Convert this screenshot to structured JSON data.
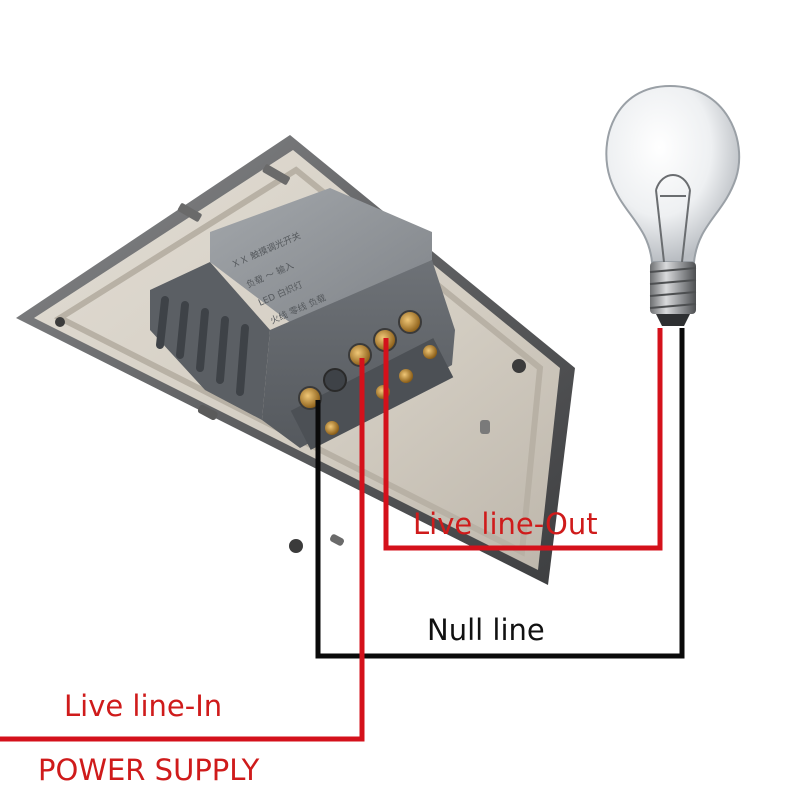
{
  "labels": {
    "live_out": "Live line-Out",
    "null_line": "Null line",
    "live_in": "Live line-In",
    "power_supply": "POWER SUPPLY"
  },
  "colors": {
    "live_wire": "#d4111b",
    "null_wire": "#0a0a0a",
    "label_red": "#cf1b1b",
    "label_black": "#111111",
    "plate": "#d6d0c6",
    "frame": "#6d6e70",
    "module": "#7e8287",
    "brass": "#b8842c"
  },
  "switch_module_text": [
    "ＸＸ 触摸调光开关",
    "负载 ～ 输入",
    "LED 白炽灯",
    "火线 零线 负载"
  ]
}
